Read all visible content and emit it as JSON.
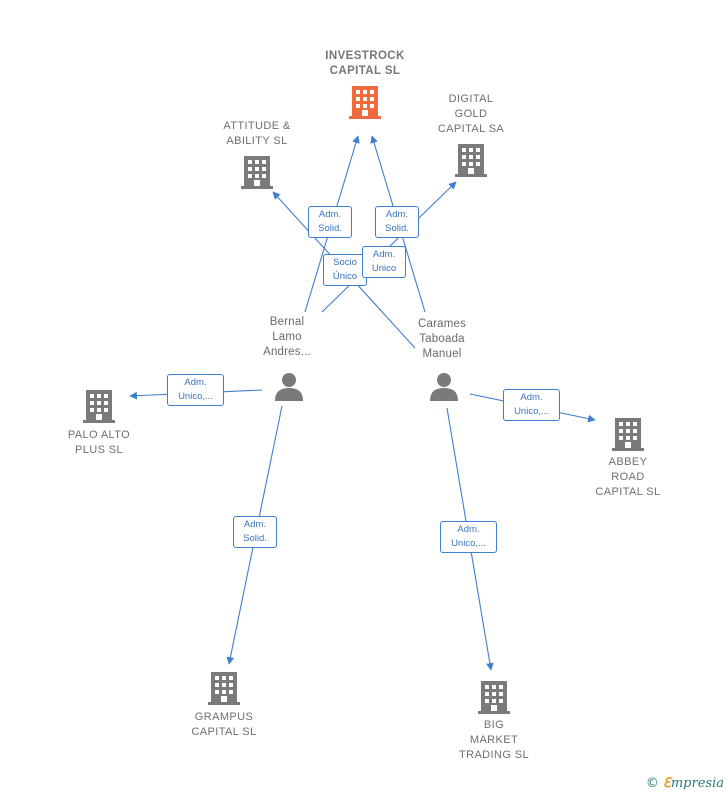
{
  "colors": {
    "main_building": "#f06a3c",
    "building": "#7a7a7a",
    "person": "#7a7a7a",
    "edge": "#3f7fcf"
  },
  "nodes": {
    "investrock": {
      "label": [
        "INVESTROCK",
        "CAPITAL SL"
      ],
      "icon": "building-icon"
    },
    "digital_gold": {
      "label": [
        "DIGITAL",
        "GOLD",
        "CAPITAL SA"
      ],
      "icon": "building-icon"
    },
    "attitude": {
      "label": [
        "ATTITUDE &",
        "ABILITY SL"
      ],
      "icon": "building-icon"
    },
    "bernal": {
      "label": [
        "Bernal",
        "Lamo",
        "Andres..."
      ],
      "icon": "person-icon"
    },
    "carames": {
      "label": [
        "Carames",
        "Taboada",
        "Manuel"
      ],
      "icon": "person-icon"
    },
    "palo_alto": {
      "label": [
        "PALO ALTO",
        "PLUS SL"
      ],
      "icon": "building-icon"
    },
    "abbey": {
      "label": [
        "ABBEY",
        "ROAD",
        "CAPITAL SL"
      ],
      "icon": "building-icon"
    },
    "grampus": {
      "label": [
        "GRAMPUS",
        "CAPITAL SL"
      ],
      "icon": "building-icon"
    },
    "big_market": {
      "label": [
        "BIG",
        "MARKET",
        "TRADING SL"
      ],
      "icon": "building-icon"
    }
  },
  "tags": {
    "t1": [
      "Adm.",
      "Solid."
    ],
    "t2": [
      "Adm.",
      "Solid."
    ],
    "t3": [
      "Socio",
      "Único"
    ],
    "t4": [
      "Adm.",
      "Unico"
    ],
    "t5": [
      "Adm.",
      "Unico,..."
    ],
    "t6": [
      "Adm.",
      "Unico,..."
    ],
    "t7": [
      "Adm.",
      "Solid."
    ],
    "t8": [
      "Adm.",
      "Unico,..."
    ]
  },
  "footer": {
    "copyright": "©",
    "brand_initial": "ℇ",
    "brand_rest": "mpresia"
  }
}
